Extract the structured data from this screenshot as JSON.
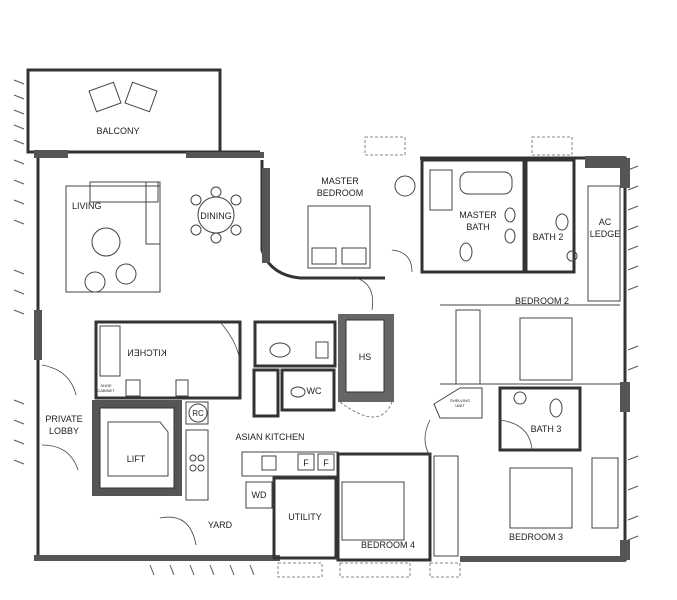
{
  "rooms": {
    "balcony": "BALCONY",
    "living": "LIVING",
    "dining": "DINING",
    "master_bedroom_1": "MASTER",
    "master_bedroom_2": "BEDROOM",
    "master_bath_1": "MASTER",
    "master_bath_2": "BATH",
    "bath2": "BATH 2",
    "ac_ledge_1": "AC",
    "ac_ledge_2": "LEDGE",
    "bedroom2": "BEDROOM 2",
    "kitchen": "KITCHEN",
    "shoe_cabinet_1": "SHOE",
    "shoe_cabinet_2": "CABINET",
    "rc": "RC",
    "wc": "WC",
    "hs": "HS",
    "asian_kitchen": "ASIAN KITCHEN",
    "private_lobby_1": "PRIVATE",
    "private_lobby_2": "LOBBY",
    "lift": "LIFT",
    "wd": "WD",
    "utility": "UTILITY",
    "yard": "YARD",
    "bedroom4": "BEDROOM 4",
    "bedroom3": "BEDROOM 3",
    "bath3": "BATH 3",
    "shelving_1": "SHELVING",
    "shelving_2": "UNIT",
    "fridge_1": "F",
    "fridge_2": "F"
  }
}
